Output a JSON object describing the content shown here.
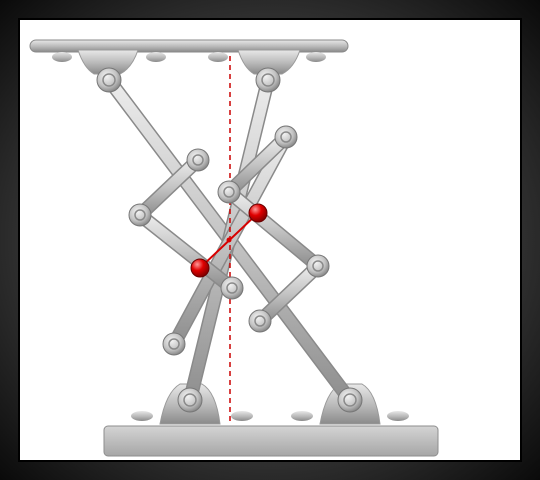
{
  "scene": {
    "name": "scissor-linkage-mechanism",
    "colors": {
      "background": "#ffffff",
      "frame": "#2a2a2a",
      "metal_light": "#e2e2e2",
      "metal_mid": "#bdbdbd",
      "metal_dark": "#8a8a8a",
      "joint_highlight": "#f3f3f3",
      "marker_red": "#d80000",
      "axis_red": "#cc0000"
    },
    "icons": {
      "top_plate": "plate",
      "base_block": "block",
      "joint": "pivot-pin",
      "marker": "red-ball"
    }
  }
}
